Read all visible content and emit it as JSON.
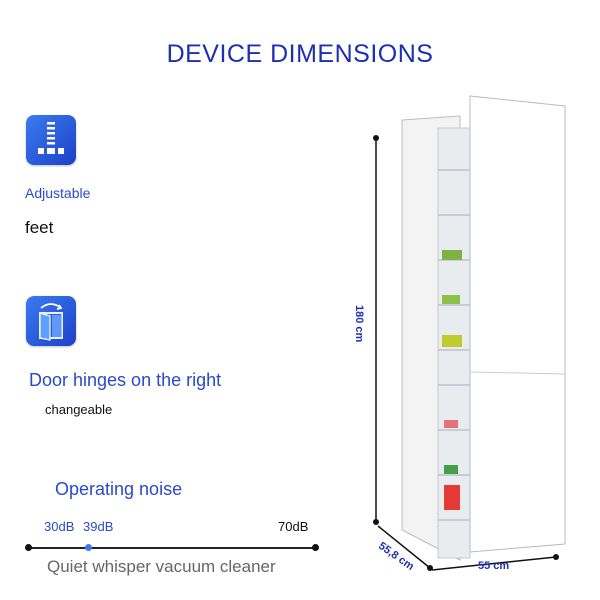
{
  "title": "DEVICE DIMENSIONS",
  "features": {
    "feet": {
      "icon": "adjustable-feet-icon",
      "title": "Adjustable",
      "subtitle": "feet"
    },
    "hinges": {
      "icon": "door-hinge-icon",
      "title": "Door hinges on the right",
      "subtitle": "changeable"
    }
  },
  "noise": {
    "title": "Operating noise",
    "values": [
      "30dB",
      "39dB",
      "70dB"
    ],
    "caption": "Quiet whisper vacuum cleaner"
  },
  "dimensions": {
    "height": "180 cm",
    "depth": "55,8 cm",
    "width": "55 cm"
  },
  "colors": {
    "title": "#1d2fb3",
    "accent": "#2a49c9",
    "icon_tile": "#2a5ce0"
  }
}
